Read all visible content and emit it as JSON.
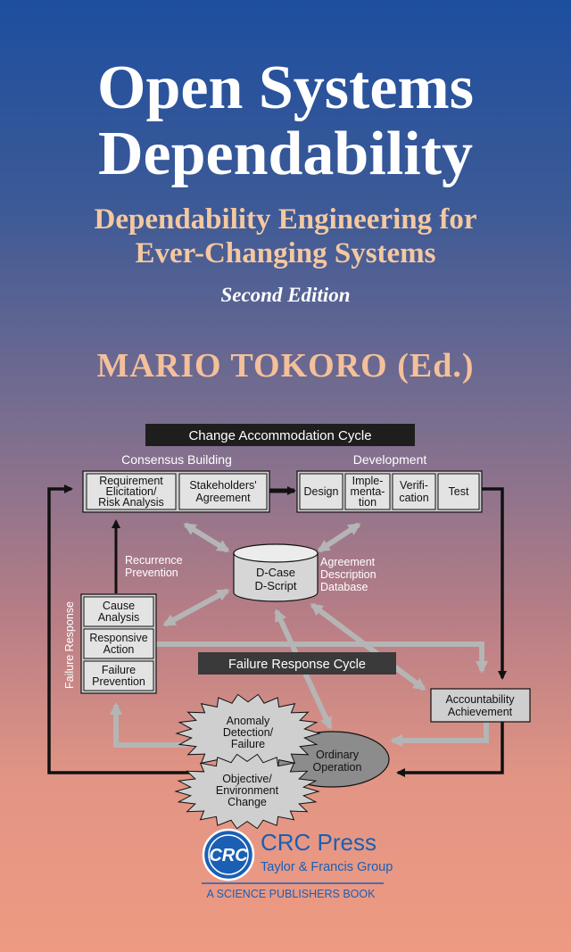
{
  "cover": {
    "title_line1": "Open Systems",
    "title_line2": "Dependability",
    "subtitle_line1": "Dependability Engineering for",
    "subtitle_line2": "Ever-Changing Systems",
    "edition": "Second Edition",
    "author": "MARIO TOKORO (Ed.)"
  },
  "diagram": {
    "banner_top": "Change Accommodation Cycle",
    "consensus_heading": "Consensus Building",
    "development_heading": "Development",
    "req_line1": "Requirement",
    "req_line2": "Elicitation/",
    "req_line3": "Risk Analysis",
    "stake_line1": "Stakeholders'",
    "stake_line2": "Agreement",
    "design": "Design",
    "impl_line1": "Imple-",
    "impl_line2": "menta-",
    "impl_line3": "tion",
    "verif_line1": "Verifi-",
    "verif_line2": "cation",
    "test": "Test",
    "recur_line1": "Recurrence",
    "recur_line2": "Prevention",
    "dcase_line1": "D-Case",
    "dcase_line2": "D-Script",
    "db_line1": "Agreement",
    "db_line2": "Description",
    "db_line3": "Database",
    "failure_response_vertical": "Failure Response",
    "cause_line1": "Cause",
    "cause_line2": "Analysis",
    "resp_line1": "Responsive",
    "resp_line2": "Action",
    "fprev_line1": "Failure",
    "fprev_line2": "Prevention",
    "banner_mid": "Failure Response Cycle",
    "acc_line1": "Accountability",
    "acc_line2": "Achievement",
    "anom_line1": "Anomaly",
    "anom_line2": "Detection/",
    "anom_line3": "Failure",
    "ord_line1": "Ordinary",
    "ord_line2": "Operation",
    "obj_line1": "Objective/",
    "obj_line2": "Environment",
    "obj_line3": "Change"
  },
  "publisher": {
    "logo_text": "CRC",
    "name": "CRC Press",
    "group": "Taylor & Francis Group",
    "imprint": "A SCIENCE PUBLISHERS BOOK"
  },
  "colors": {
    "banner": "#1e1e1e",
    "arrow_gray": "#b5b5b5",
    "crc_blue": "#1a5fb4"
  }
}
